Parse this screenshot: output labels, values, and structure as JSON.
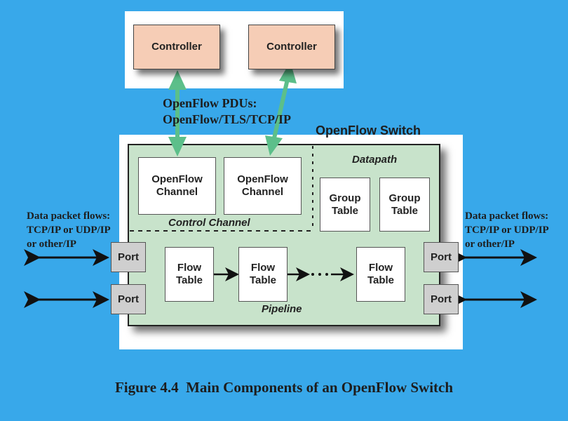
{
  "controllers": [
    {
      "label": "Controller"
    },
    {
      "label": "Controller"
    }
  ],
  "channel_note": {
    "line1": "OpenFlow PDUs:",
    "line2": "OpenFlow/TLS/TCP/IP"
  },
  "switch": {
    "title": "OpenFlow Switch",
    "control_channel_label": "Control Channel",
    "datapath_label": "Datapath",
    "pipeline_label": "Pipeline",
    "channels": [
      {
        "line1": "OpenFlow",
        "line2": "Channel"
      },
      {
        "line1": "OpenFlow",
        "line2": "Channel"
      }
    ],
    "group_tables": [
      {
        "line1": "Group",
        "line2": "Table"
      },
      {
        "line1": "Group",
        "line2": "Table"
      }
    ],
    "flow_tables": [
      {
        "line1": "Flow",
        "line2": "Table"
      },
      {
        "line1": "Flow",
        "line2": "Table"
      },
      {
        "line1": "Flow",
        "line2": "Table"
      }
    ],
    "ports_left": [
      {
        "label": "Port"
      },
      {
        "label": "Port"
      }
    ],
    "ports_right": [
      {
        "label": "Port"
      },
      {
        "label": "Port"
      }
    ]
  },
  "flows_left": {
    "line1": "Data packet flows:",
    "line2": "TCP/IP or UDP/IP",
    "line3": "or other/IP"
  },
  "flows_right": {
    "line1": "Data packet flows:",
    "line2": "TCP/IP or UDP/IP",
    "line3": "or other/IP"
  },
  "caption": "Figure 4.4  Main Components of an OpenFlow Switch",
  "colors": {
    "background": "#38a8ea",
    "controller_fill": "#f6cdb6",
    "switch_fill": "#c8e3cb",
    "arrow_green": "#5cbf8a",
    "port_fill": "#cfcfcf"
  }
}
